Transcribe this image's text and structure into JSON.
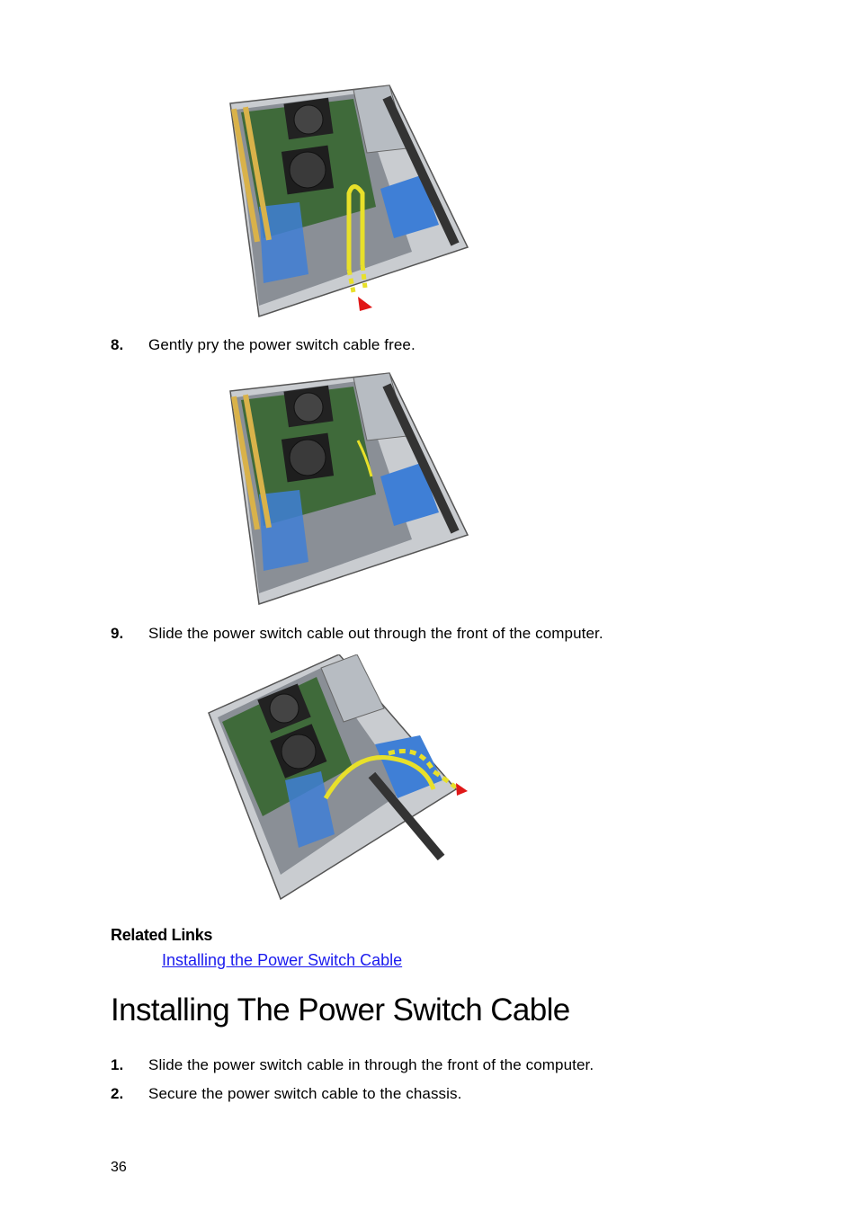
{
  "figures": [
    {
      "id": "figure-1",
      "alt_icon": "computer-chassis-cable-route-image",
      "accent": "#e8e02a",
      "arrow": "#e01818"
    },
    {
      "id": "figure-2",
      "alt_icon": "computer-chassis-cable-freed-image"
    },
    {
      "id": "figure-3",
      "alt_icon": "computer-chassis-cable-slide-out-image",
      "accent": "#e8e02a",
      "arrow": "#e01818"
    }
  ],
  "steps_before": [
    {
      "num": "8.",
      "text": "Gently pry the power switch cable free."
    },
    {
      "num": "9.",
      "text": "Slide the power switch cable out through the front of the computer."
    }
  ],
  "related": {
    "heading": "Related Links",
    "link": "Installing the Power Switch Cable"
  },
  "section": {
    "title": "Installing The Power Switch Cable",
    "steps": [
      {
        "num": "1.",
        "text": "Slide the power switch cable in through the front of the computer."
      },
      {
        "num": "2.",
        "text": "Secure the power switch cable to the chassis."
      }
    ]
  },
  "page_number": "36",
  "colors": {
    "link": "#1a1aee",
    "chassis_blue": "#3f7fd6",
    "board_green": "#3f6a3a"
  }
}
